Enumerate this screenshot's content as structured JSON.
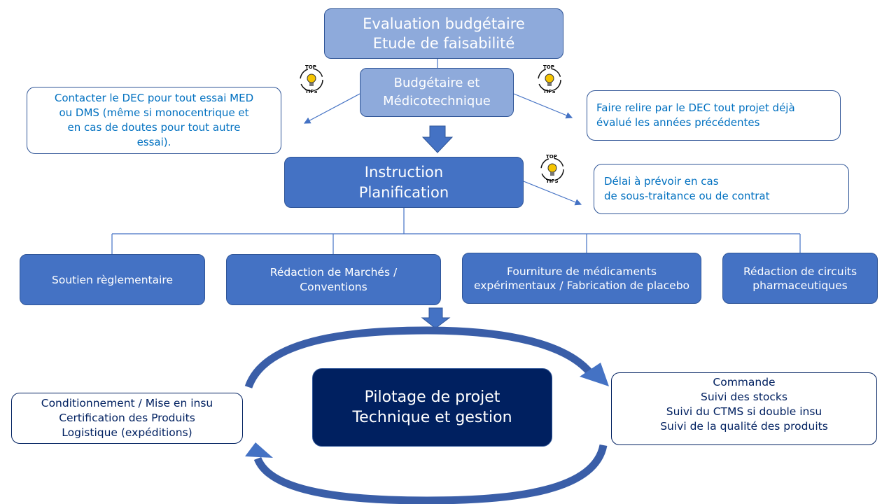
{
  "top_box": {
    "line1": "Evaluation budgétaire",
    "line2": "Etude de faisabilité"
  },
  "budget_box": {
    "line1": "Budgétaire et",
    "line2": "Médicotechnique"
  },
  "tip_left": {
    "line1": "Contacter le DEC pour tout essai MED",
    "line2": "ou DMS (même si monocentrique et",
    "line3": "en cas de doutes pour tout autre",
    "line4": "essai)."
  },
  "tip_right": {
    "line1": "Faire relire par le DEC tout projet déjà",
    "line2": "évalué les années précédentes"
  },
  "instruction_box": {
    "line1": "Instruction",
    "line2": "Planification"
  },
  "tip_instruction": {
    "line1": "Délai à prévoir en cas",
    "line2": "de sous-traitance ou de contrat"
  },
  "tips_icon": {
    "top": "TOP",
    "bottom": "TIPS"
  },
  "tasks": [
    {
      "label": "Soutien règlementaire"
    },
    {
      "label": "Rédaction de Marchés / Conventions"
    },
    {
      "label": "Fourniture de médicaments expérimentaux / Fabrication de placebo"
    },
    {
      "label": "Rédaction de circuits pharmaceutiques"
    }
  ],
  "pilot_box": {
    "line1": "Pilotage de projet",
    "line2": "Technique et gestion"
  },
  "left_cycle": {
    "line1": "Conditionnement / Mise en insu",
    "line2": "Certification des Produits",
    "line3": "Logistique (expéditions)"
  },
  "right_cycle": {
    "line1": "Commande",
    "line2": "Suivi des stocks",
    "line3": "Suivi du CTMS si double insu",
    "line4": "Suivi de la qualité des produits"
  },
  "colors": {
    "light": "#8eaadb",
    "mid": "#4472c4",
    "dark": "#002060",
    "tip_text": "#0070c0"
  }
}
